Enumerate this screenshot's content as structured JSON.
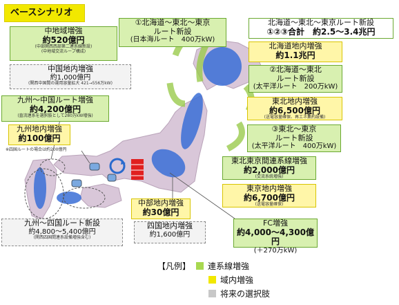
{
  "title": "ベースシナリオ",
  "colors": {
    "interconnection": "#a8d850",
    "intra_area": "#f2e800",
    "future_option": "#c8c8c8",
    "corridor": "#3a6fd6",
    "island_fill": "#d9c7d9"
  },
  "boxes": {
    "chubu_area": {
      "l1": "中地域増強",
      "l2": "約520億円",
      "n1": "(中部関西西部第二連系線新設)",
      "n2": "(中地域交流ループ構成)"
    },
    "chugoku_area": {
      "l1": "中国地内増強",
      "l2": "約1,000億円",
      "n1": "(関西中国間の運用容量拡大 421→556万kW)"
    },
    "kyushu_chugoku": {
      "l1": "九州～中国ルート増強",
      "l2": "約4,200億円",
      "n1": "(直流連系を選択肢として280万kW増強)"
    },
    "kyushu_area": {
      "l1": "九州地内増強",
      "l2": "約100億円",
      "n1": "※四国ルートの場合は約200億円"
    },
    "kyushu_shikoku": {
      "l1": "九州～四国ルート新設",
      "l2": "約4,800～5,400億円",
      "n1": "(関西四国間連系設備増強含む)"
    },
    "chubu_inner": {
      "l1": "中部地内増強",
      "l2": "約30億円"
    },
    "shikoku_area": {
      "l1": "四国地内増強",
      "l2": "約1,600億円"
    },
    "route1": {
      "l1": "①北海道～東北～東京",
      "l2": "ルート新設",
      "l3": "(日本海ルート　400万kW)"
    },
    "total": {
      "l1": "北海道～東北～東京ルート新設",
      "l2": "①②③合計　約2.5～3.4兆円"
    },
    "hokkaido_area": {
      "l1": "北海道地内増強",
      "l2": "約1.1兆円"
    },
    "route2": {
      "l1": "②北海道～東北",
      "l2": "ルート新設",
      "l3": "(太平洋ルート　200万kW)"
    },
    "tohoku_area": {
      "l1": "東北地内増強",
      "l2": "約6,500億円",
      "n1": "(送電容量確保、再エネ集約設備)"
    },
    "route3": {
      "l1": "③東北～東京",
      "l2": "ルート新設",
      "l3": "(太平洋ルート　400万kW)"
    },
    "tohoku_tokyo": {
      "l1": "東北東京間連系線増強",
      "l2": "約2,000億円",
      "n1": "(交流系統増強)"
    },
    "tokyo_area": {
      "l1": "東京地内増強",
      "l2": "約6,700億円",
      "n1": "(送電容量確保)"
    },
    "fc": {
      "l1": "FC増強",
      "l2": "約4,000～4,300億円",
      "l3": "(＋270万kW)"
    }
  },
  "legend": {
    "header": "【凡例】",
    "items": [
      "連系線増強",
      "域内増強",
      "将来の選択肢"
    ]
  }
}
